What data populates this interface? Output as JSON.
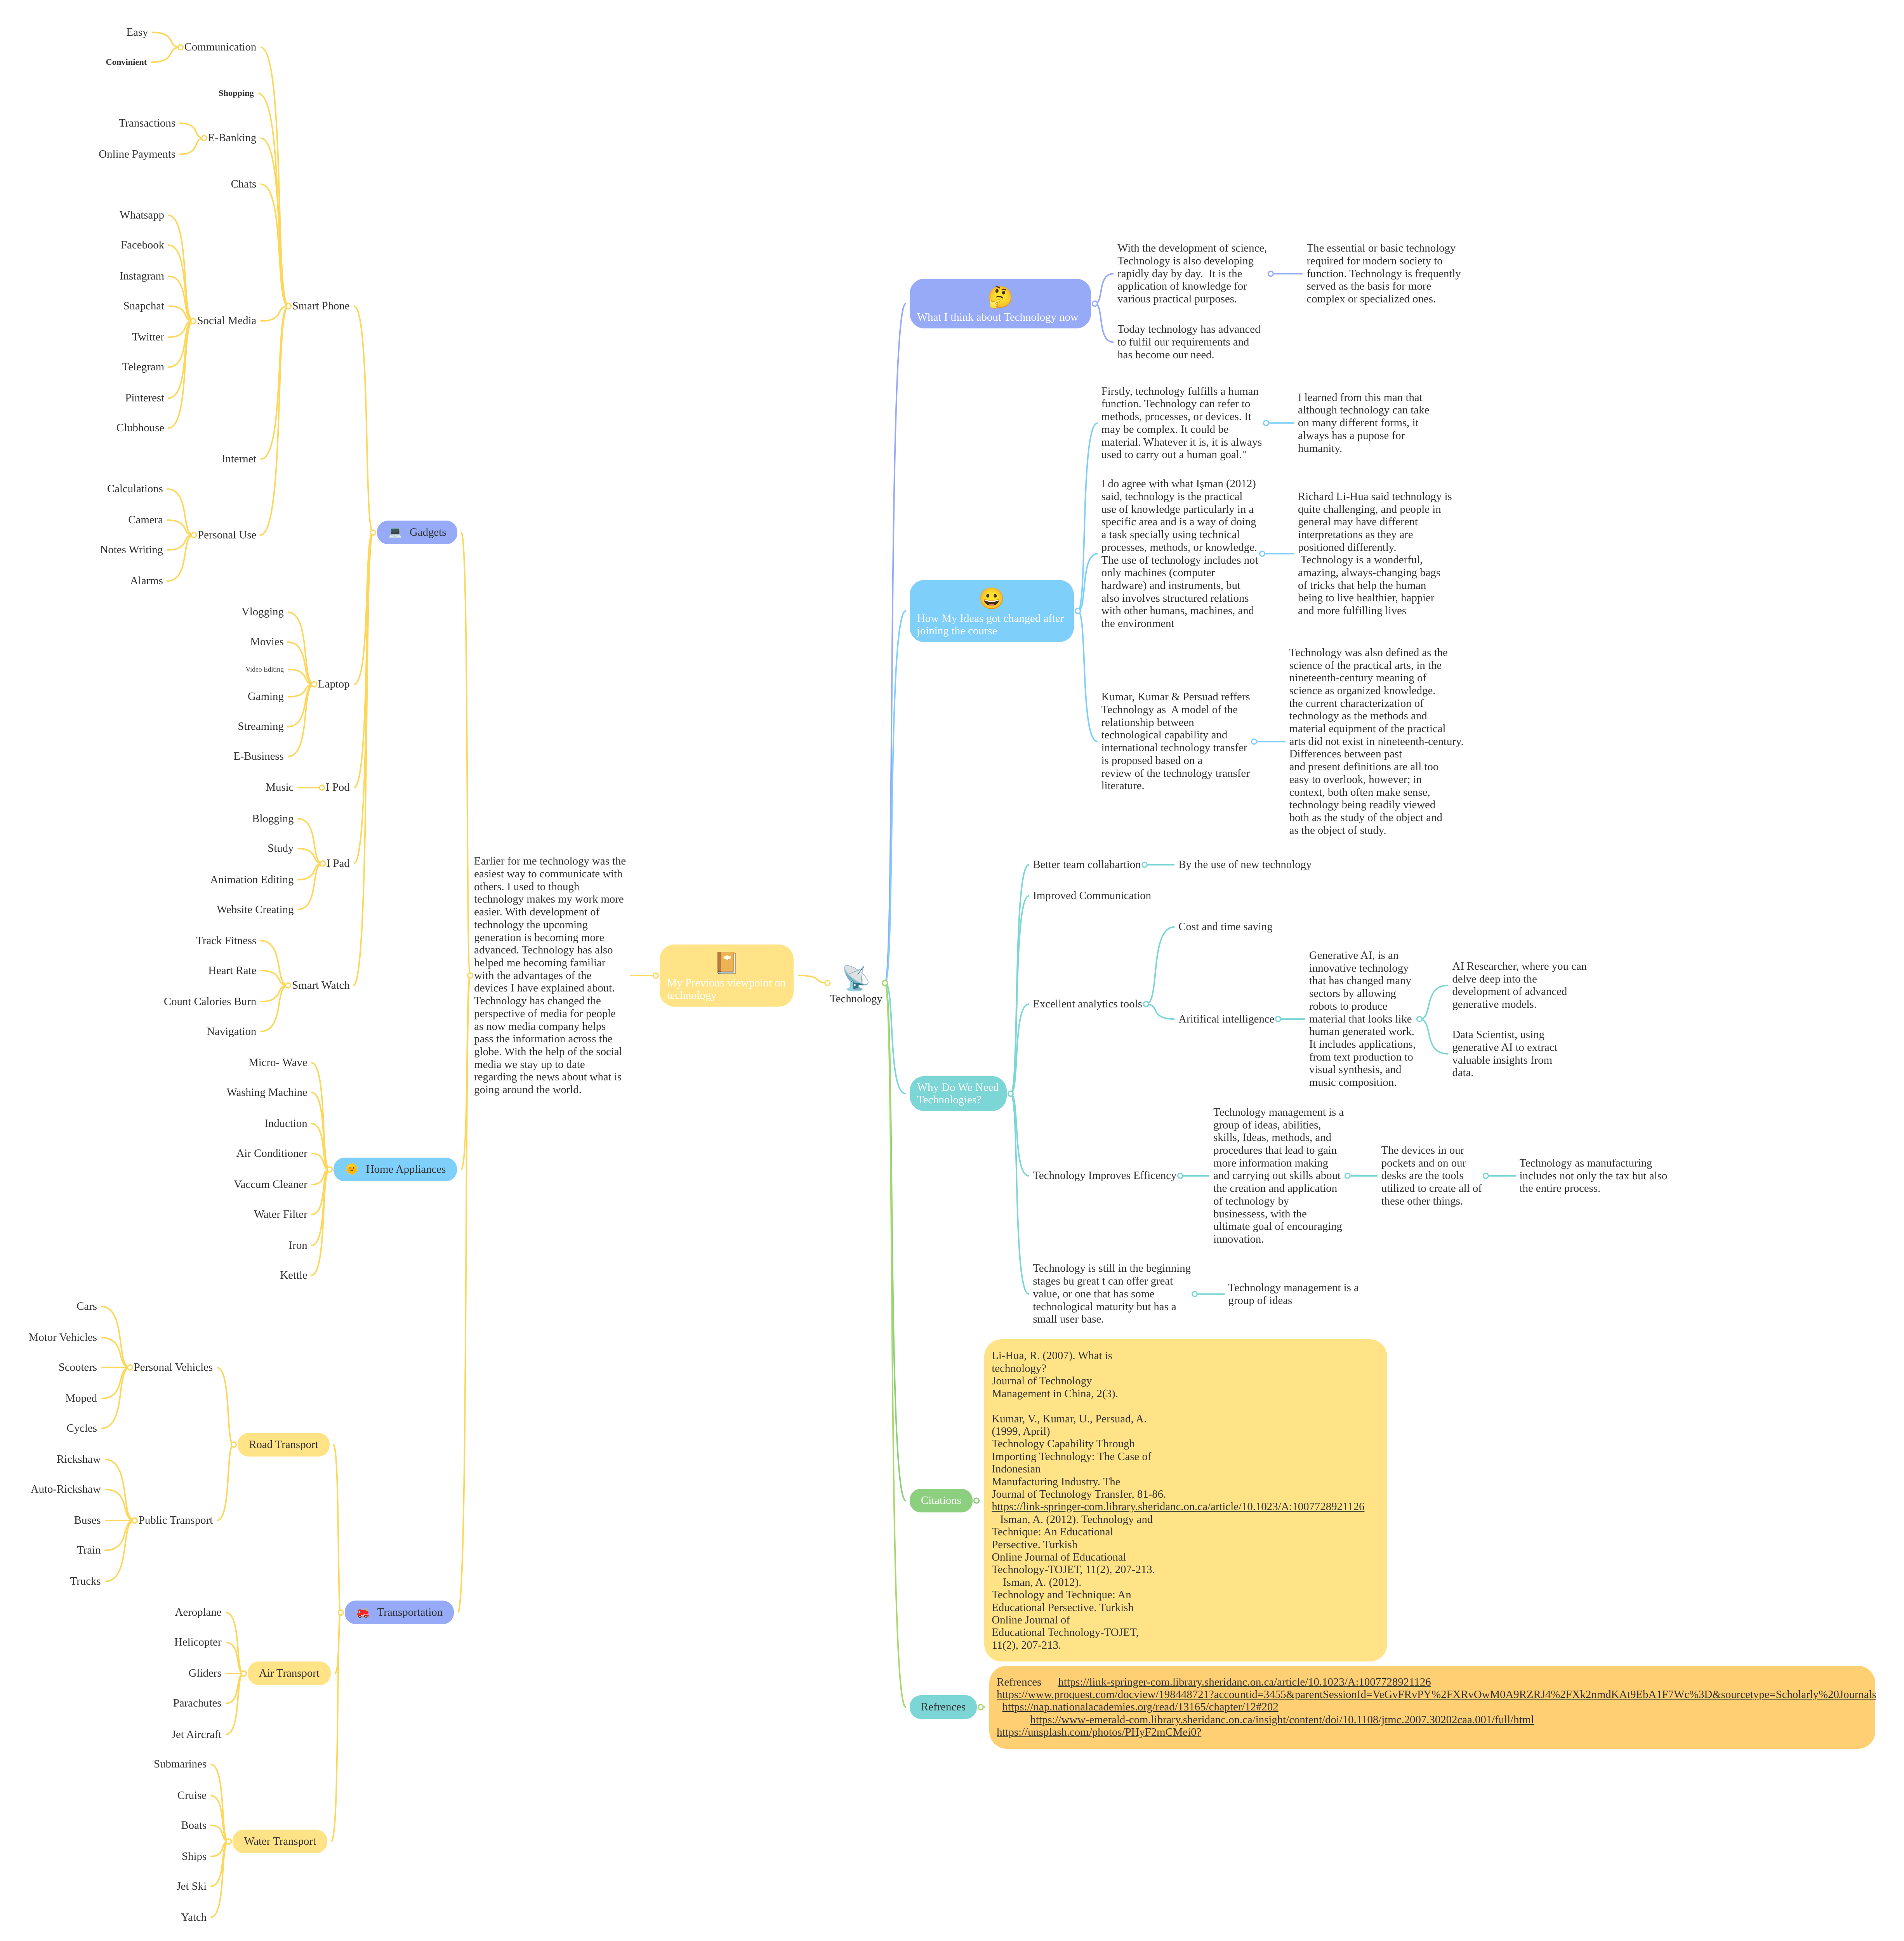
{
  "colors": {
    "yellow": "#fde68a",
    "pill_yellow": "#ffe386",
    "blue": "#96aaf8",
    "lightblue": "#7fcffb",
    "teal": "#7dd6d6",
    "green": "#8ccf7e",
    "orange": "#ffcf73",
    "line_yellow": "#fdd75b",
    "line_lime": "#a8d86a"
  },
  "icons": {
    "center": "satellite-icon",
    "previous": "notebook-icon",
    "gadgets": "computer-icon",
    "home": "sun-face-icon",
    "transport": "fire-truck-icon",
    "think": "thinking-face-icon",
    "ideas": "grinning-face-icon"
  },
  "center": {
    "label": "Technology",
    "emoji": "📡"
  },
  "nodes": {
    "easy": "Easy",
    "convinient": "Convinient",
    "communication": "Communication",
    "shopping": "Shopping",
    "transactions": "Transactions",
    "onlinepay": "Online Payments",
    "ebanking": "E-Banking",
    "chats": "Chats",
    "whatsapp": "Whatsapp",
    "facebook": "Facebook",
    "instagram": "Instagram",
    "snapchat": "Snapchat",
    "twitter": "Twitter",
    "telegram": "Telegram",
    "pinterest": "Pinterest",
    "clubhouse": "Clubhouse",
    "socialmedia": "Social Media",
    "internet": "Internet",
    "calculations": "Calculations",
    "camera": "Camera",
    "notes": "Notes Writing",
    "alarms": "Alarms",
    "personaluse": "Personal Use",
    "smartphone": "Smart Phone",
    "vlogging": "Vlogging",
    "movies": "Movies",
    "videoediting": "Video Editing",
    "gaming": "Gaming",
    "streaming": "Streaming",
    "ebusiness": "E-Business",
    "laptop": "Laptop",
    "music": "Music",
    "ipod": "I Pod",
    "blogging": "Blogging",
    "study": "Study",
    "animation": "Animation Editing",
    "website": "Website Creating",
    "ipad": "I Pad",
    "trackfitness": "Track Fitness",
    "heartrate": "Heart Rate",
    "calories": "Count Calories Burn",
    "navigation": "Navigation",
    "smartwatch": "Smart Watch",
    "gadgets": "Gadgets",
    "microwave": "Micro- Wave",
    "washing": "Washing Machine",
    "induction": "Induction",
    "ac": "Air Conditioner",
    "vaccum": "Vaccum Cleaner",
    "waterfilter": "Water Filter",
    "iron": "Iron",
    "kettle": "Kettle",
    "home": "Home Appliances",
    "cars": "Cars",
    "motor": "Motor Vehicles",
    "scooters": "Scooters",
    "moped": "Moped",
    "cycles": "Cycles",
    "personalveh": "Personal Vehicles",
    "rickshaw": "Rickshaw",
    "autorickshaw": "Auto-Rickshaw",
    "buses": "Buses",
    "train": "Train",
    "trucks": "Trucks",
    "publictrans": "Public Transport",
    "road": "Road Transport",
    "aeroplane": "Aeroplane",
    "helicopter": "Helicopter",
    "gliders": "Gliders",
    "parachutes": "Parachutes",
    "jetaircraft": "Jet Aircraft",
    "air": "Air Transport",
    "submarines": "Submarines",
    "cruise": "Cruise",
    "boats": "Boats",
    "ships": "Ships",
    "jetski": "Jet Ski",
    "yatch": "Yatch",
    "water": "Water Transport",
    "transportation": "Transportation",
    "paragraph": "Earlier for me technology was the\neasiest way to communicate with\nothers. I used to though\ntechnology makes my work more\neasier. With development of\ntechnology the upcoming\ngeneration is becoming more\nadvanced. Technology has also\nhelped me becoming familiar\nwith the advantages of the\ndevices I have explained about.\nTechnology has changed the\nperspective of media for people\nas now media company helps\npass the information across the\nglobe. With the help of the social\nmedia we stay up to date\nregarding the news about what is\ngoing around the world.",
    "previous": "My Previous viewpoint on\ntechnology",
    "think": "What I think about Technology now",
    "think1": "With the development of science,\nTechnology is also developing\nrapidly day by day.  It is the\napplication of knowledge for\nvarious practical purposes.",
    "think1b": "The essential or basic technology\nrequired for modern society to\nfunction. Technology is frequently\nserved as the basis for more\ncomplex or specialized ones.",
    "think2": "Today technology has advanced\nto fulfil our requirements and\nhas become our need.",
    "ideas": "How My Ideas got changed after\njoining the course",
    "ideaA": "Firstly, technology fulfills a human\nfunction. Technology can refer to\nmethods, processes, or devices. It\nmay be complex. It could be\nmaterial. Whatever it is, it is always\nused to carry out a human goal.\"",
    "ideaA2": "I learned from this man that\nalthough technology can take\non many different forms, it\nalways has a pupose for\nhumanity.",
    "ideaB": "I do agree with what Işman (2012)\nsaid, technology is the practical\nuse of knowledge particularly in a\nspecific area and is a way of doing\na task specially using technical\nprocesses, methods, or knowledge.\nThe use of technology includes not\nonly machines (computer\nhardware) and instruments, but\nalso involves structured relations\nwith other humans, machines, and\nthe environment",
    "ideaB2": "Richard Li-Hua said technology is\nquite challenging, and people in\ngeneral may have different\ninterpretations as they are\npositioned differently.\n Technology is a wonderful,\namazing, always-changing bags\nof tricks that help the human\nbeing to live healthier, happier\nand more fulfilling lives",
    "ideaC": "Kumar, Kumar & Persuad reffers\nTechnology as  A model of the\nrelationship between\ntechnological capability and\ninternational technology transfer\nis proposed based on a\nreview of the technology transfer\nliterature.",
    "ideaC2": "Technology was also defined as the\nscience of the practical arts, in the\nnineteenth-century meaning of\nscience as organized knowledge.\nthe current characterization of\ntechnology as the methods and\nmaterial equipment of the practical\narts did not exist in nineteenth-century.\nDifferences between past\nand present definitions are all too\neasy to overlook, however; in\ncontext, both often make sense,\ntechnology being readily viewed\nboth as the study of the object and\nas the object of study.",
    "why": "Why Do We Need\nTechnologies?",
    "team": "Better team collabartion",
    "team2": "By the use of new technology",
    "improved": "Improved Communication",
    "analytics": "Excellent analytics tools",
    "cost": "Cost and time saving",
    "ai": "Aritifical intelligence",
    "genai": "Generative AI, is an\ninnovative technology\nthat has changed many\nsectors by allowing\nrobots to produce\nmaterial that looks like\nhuman generated work.\nIt includes applications,\nfrom text production to\nvisual synthesis, and\nmusic composition.",
    "airesearcher": "AI Researcher, where you can\ndelve deep into the\ndevelopment of advanced\ngenerative models.",
    "datasci": "Data Scientist, using\ngenerative AI to extract\nvaluable insights from\ndata.",
    "efficency": "Technology Improves Efficency",
    "tm": "Technology management is a\ngroup of ideas, abilities,\nskills, Ideas, methods, and\nprocedures that lead to gain\nmore information making\nand carrying out skills about\nthe creation and application\nof technology by\nbusinessess, with the\nultimate goal of encouraging\ninnovation.",
    "devices": "The devices in our\npockets and on our\ndesks are the tools\nutilized to create all of\nthese other things.",
    "manufacturing": "Technology as manufacturing\nincludes not only the tax but also\nthe entire process.",
    "still": "Technology is still in the beginning\nstages bu great t can offer great\nvalue, or one that has some\ntechnological maturity but has a\nsmall user base.",
    "tmgroup": "Technology management is a\ngroup of ideas",
    "citations": "Citations",
    "refrences": "Refrences",
    "citation_text": "Li-Hua, R. (2007). What is\ntechnology?\nJournal of Technology\nManagement in China, 2(3).\n\nKumar, V., Kumar, U., Persuad, A.\n(1999, April)\nTechnology Capability Through\nImporting Technology: The Case of\nIndonesian\nManufacturing Industry. The\nJournal of Technology Transfer, 81-86.",
    "citation_link": "https://link-springer-com.library.sheridanc.on.ca/article/10.1023/A:1007728921126",
    "citation_text2": "   Isman, A. (2012). Technology and\nTechnique: An Educational\nPersective. Turkish\nOnline Journal of Educational\nTechnology-TOJET, 11(2), 207-213.\n    Isman, A. (2012).\nTechnology and Technique: An\nEducational Persective. Turkish\nOnline Journal of\nEducational Technology-TOJET,\n11(2), 207-213.",
    "ref_label": "Refrences",
    "ref1": "https://link-springer-com.library.sheridanc.on.ca/article/10.1023/A:1007728921126",
    "ref2": "https://www.proquest.com/docview/198448721?accountid=3455&parentSessionId=VeGvFRvPY%2FXRvOwM0A9RZRJ4%2FXk2nmdKAt9EbA1F7Wc%3D&sourcetype=Scholarly%20Journals",
    "ref3": "https://nap.nationalacademies.org/read/13165/chapter/12#202",
    "ref4": "https://www-emerald-com.library.sheridanc.on.ca/insight/content/doi/10.1108/jtmc.2007.30202caa.001/full/html",
    "ref5": "https://unsplash.com/photos/PHyF2mCMei0?"
  }
}
